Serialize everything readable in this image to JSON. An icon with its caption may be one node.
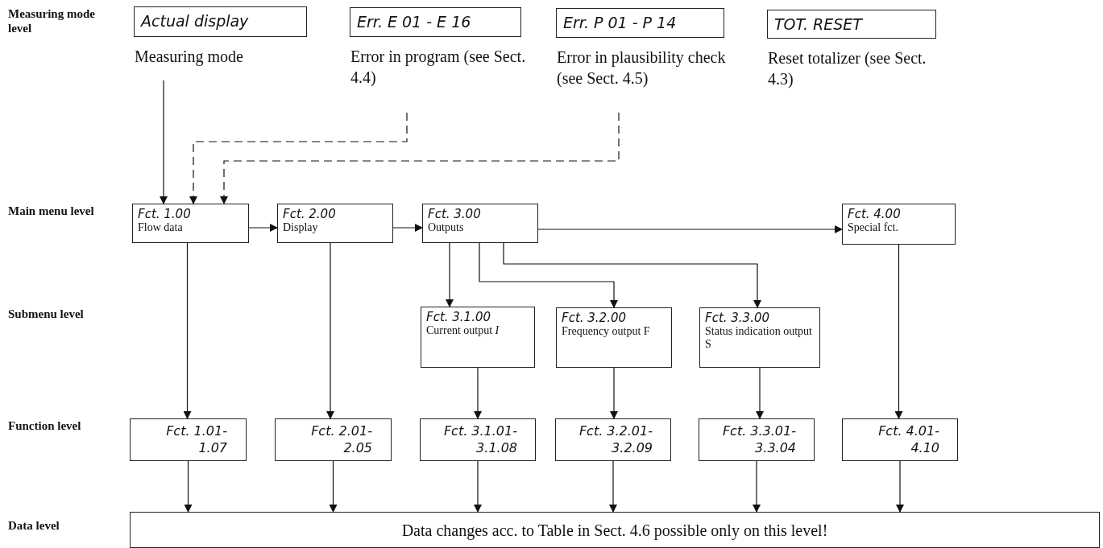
{
  "diagram": {
    "nodes": [
      {
        "text": [
          "Actual display"
        ],
        "beside": [
          "Measuring mode"
        ]
      },
      {
        "text": [
          "Err. E 01 - E 16"
        ],
        "beside": [
          "Error in program (see Sect. 4.4)"
        ]
      },
      {
        "text": [
          "Err. P 01 - P 14"
        ],
        "beside": [
          "Error in plausibility check (see Sect. 4.5)"
        ]
      },
      {
        "text": [
          "TOT. RESET"
        ],
        "beside": [
          "Reset totalizer (see Sect. 4.3)"
        ]
      },
      {
        "text": [
          "Fct. 1.00",
          "Flow data"
        ]
      },
      {
        "text": [
          "Fct. 2.00",
          "Display"
        ]
      },
      {
        "text": [
          "Fct. 3.00",
          "Outputs"
        ]
      },
      {
        "text": [
          "Fct. 4.00",
          "Special fct."
        ]
      },
      {
        "text": [
          "Fct. 3.1.00",
          "Current output *I*"
        ]
      },
      {
        "text": [
          "Fct. 3.2.00",
          "Frequency output F"
        ]
      },
      {
        "text": [
          "Fct. 3.3.00",
          "Status indication output S"
        ]
      },
      {
        "text": [
          "Fct. 1.01- 1.07"
        ]
      },
      {
        "text": [
          "Fct. 2.01- 2.05"
        ]
      },
      {
        "text": [
          "Fct. 3.1.01- 3.1.08"
        ]
      },
      {
        "text": [
          "Fct. 3.2.01- 3.2.09"
        ]
      },
      {
        "text": [
          "Fct. 3.3.01- 3.3.04"
        ]
      },
      {
        "text": [
          "Fct. 4.01- 4.10"
        ]
      },
      {
        "text": [
          "Data changes acc. to Table in Sect. 4.6 possible only on this level!"
        ]
      }
    ],
    "edges": [
      {
        "from": 0,
        "to": 4,
        "arrow": "to"
      },
      {
        "from": 1,
        "to": 4,
        "arrow": "to",
        "style": "dashed"
      },
      {
        "from": 2,
        "to": 4,
        "arrow": "to",
        "style": "dashed"
      },
      {
        "from": 4,
        "to": 5,
        "arrow": "to"
      },
      {
        "from": 5,
        "to": 6,
        "arrow": "to"
      },
      {
        "from": 6,
        "to": 7,
        "arrow": "to"
      },
      {
        "from": 6,
        "to": 8,
        "arrow": "to"
      },
      {
        "from": 6,
        "to": 9,
        "arrow": "to"
      },
      {
        "from": 6,
        "to": 10,
        "arrow": "to"
      },
      {
        "from": 4,
        "to": 11,
        "arrow": "to"
      },
      {
        "from": 5,
        "to": 12,
        "arrow": "to"
      },
      {
        "from": 8,
        "to": 13,
        "arrow": "to"
      },
      {
        "from": 9,
        "to": 14,
        "arrow": "to"
      },
      {
        "from": 10,
        "to": 15,
        "arrow": "to"
      },
      {
        "from": 7,
        "to": 16,
        "arrow": "to"
      },
      {
        "from": 11,
        "to": 17,
        "arrow": "to"
      },
      {
        "from": 12,
        "to": 17,
        "arrow": "to"
      },
      {
        "from": 13,
        "to": 17,
        "arrow": "to"
      },
      {
        "from": 14,
        "to": 17,
        "arrow": "to"
      },
      {
        "from": 15,
        "to": 17,
        "arrow": "to"
      },
      {
        "from": 16,
        "to": 17,
        "arrow": "to"
      }
    ],
    "labels": [
      "Measuring mode level",
      "Main menu level",
      "Submenu level",
      "Function level",
      "Data level"
    ]
  }
}
